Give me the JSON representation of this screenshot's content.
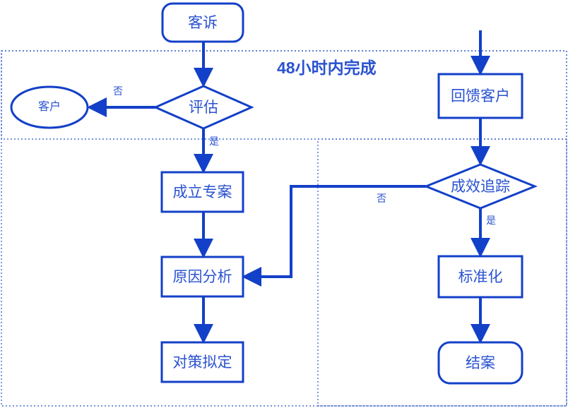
{
  "diagram": {
    "title_text": "48小时内完成",
    "colors": {
      "shape_stroke": "#1340c8",
      "text": "#2a52d0",
      "zone_border": "#4a6fd0",
      "background": "#ffffff"
    },
    "zones": [
      {
        "name": "48-hour-zone",
        "label": "48小时内完成"
      },
      {
        "name": "tracking-zone",
        "label": ""
      }
    ],
    "nodes": [
      {
        "id": "complaint",
        "label": "客诉",
        "shape": "rounded-rect"
      },
      {
        "id": "customer",
        "label": "客户",
        "shape": "ellipse"
      },
      {
        "id": "evaluate",
        "label": "评估",
        "shape": "diamond"
      },
      {
        "id": "project",
        "label": "成立专案",
        "shape": "rect"
      },
      {
        "id": "cause",
        "label": "原因分析",
        "shape": "rect"
      },
      {
        "id": "countermeasure",
        "label": "对策拟定",
        "shape": "rect"
      },
      {
        "id": "feedback",
        "label": "回馈客户",
        "shape": "rect"
      },
      {
        "id": "tracking",
        "label": "成效追踪",
        "shape": "diamond"
      },
      {
        "id": "standardize",
        "label": "标准化",
        "shape": "rect"
      },
      {
        "id": "close",
        "label": "结案",
        "shape": "rounded-rect"
      }
    ],
    "edge_labels": [
      {
        "id": "evaluate-no",
        "label": "否"
      },
      {
        "id": "evaluate-yes",
        "label": "是"
      },
      {
        "id": "tracking-no",
        "label": "否"
      },
      {
        "id": "tracking-yes",
        "label": "是"
      }
    ]
  }
}
